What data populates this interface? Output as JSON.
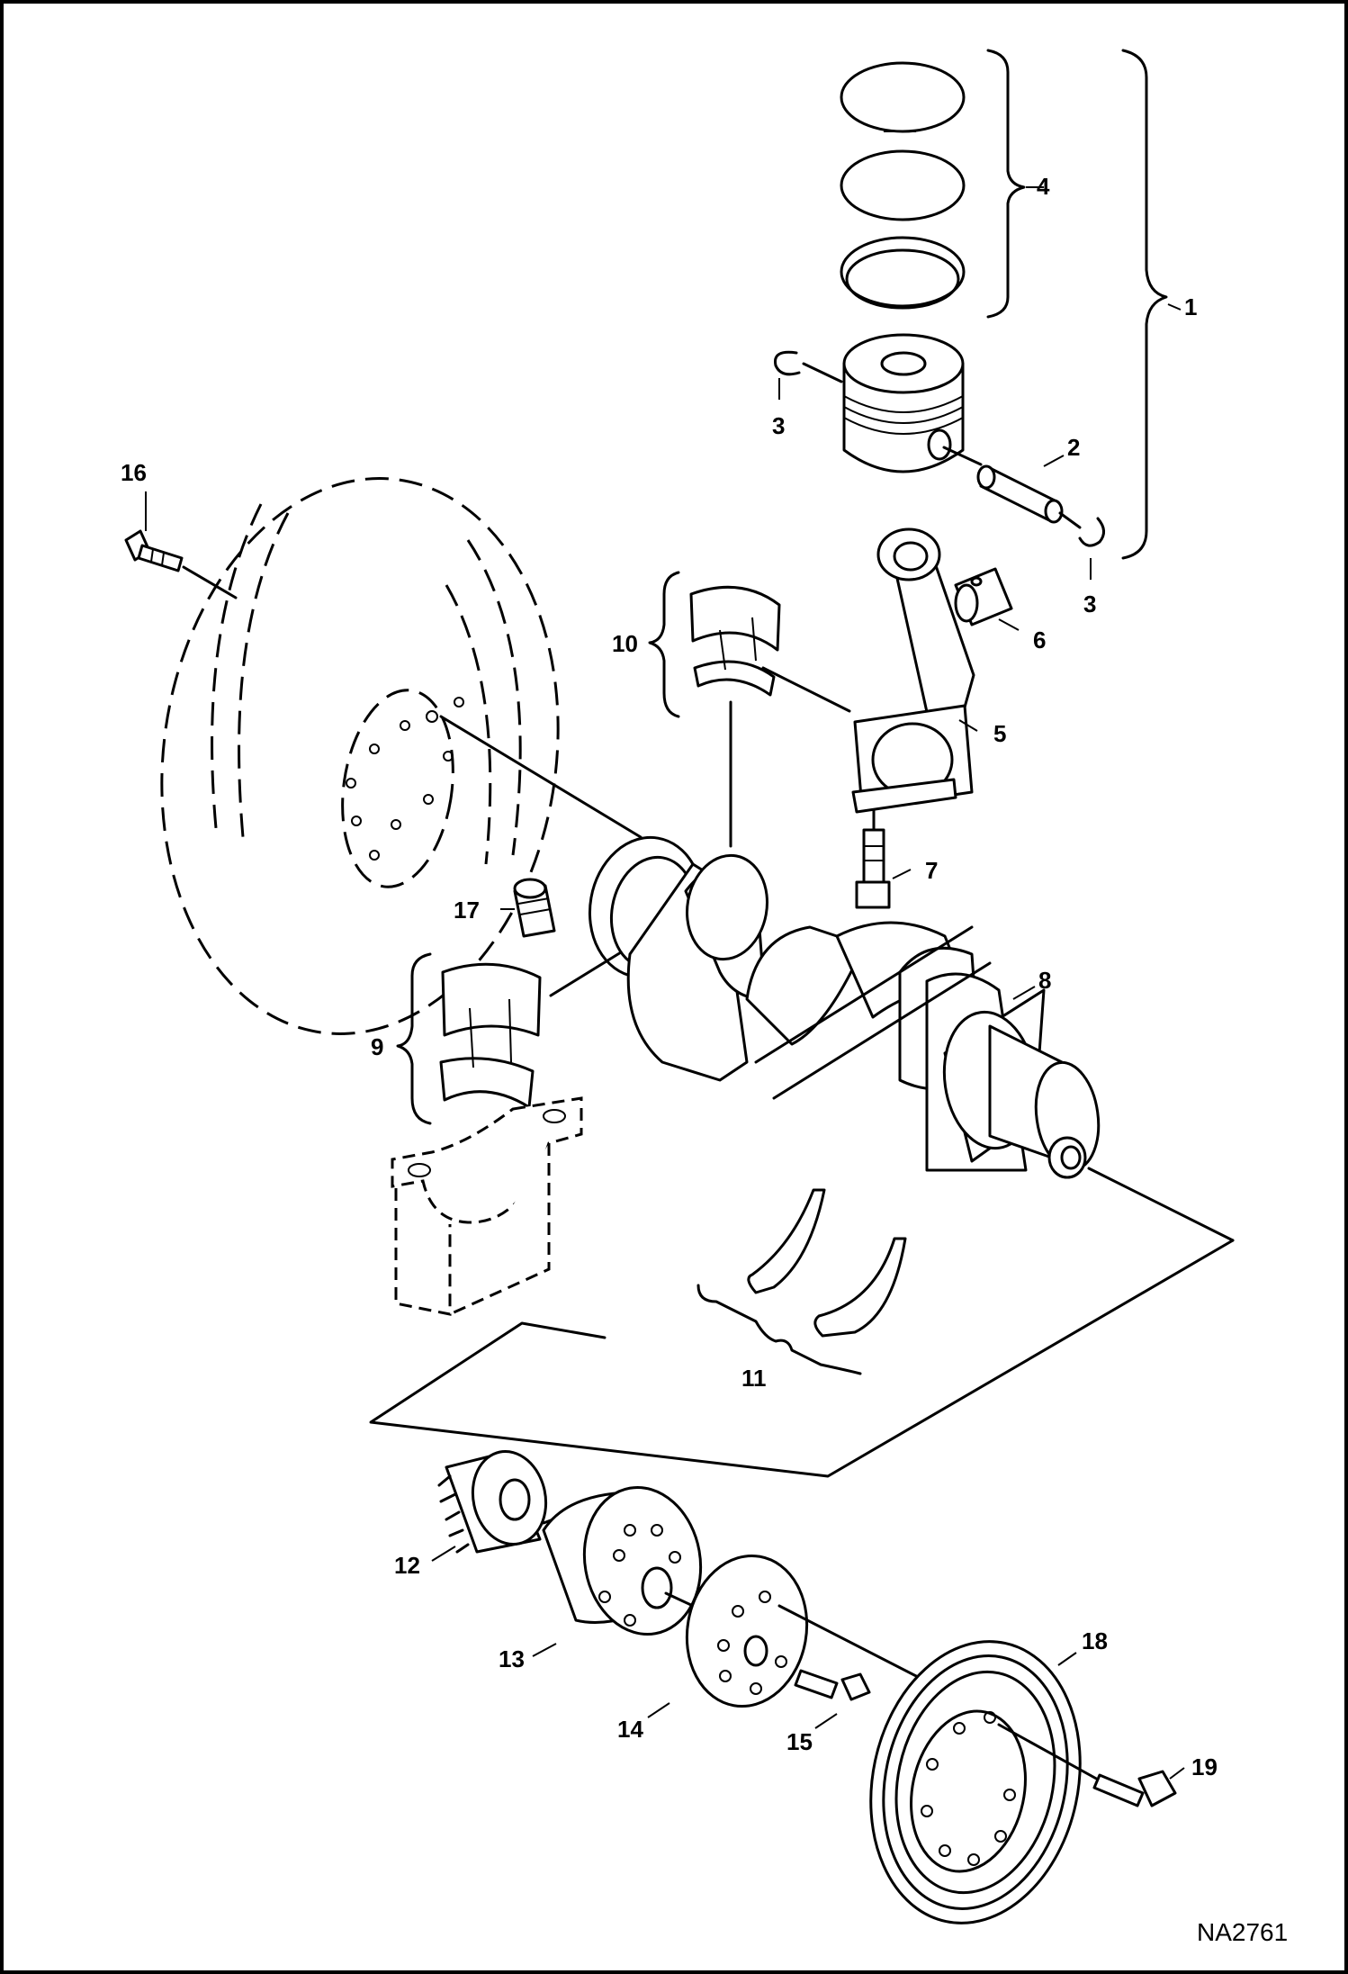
{
  "figure_id": "NA2761",
  "callouts": [
    "1",
    "2",
    "3",
    "3",
    "4",
    "5",
    "6",
    "7",
    "8",
    "9",
    "10",
    "11",
    "12",
    "13",
    "14",
    "15",
    "16",
    "17",
    "18",
    "19"
  ]
}
